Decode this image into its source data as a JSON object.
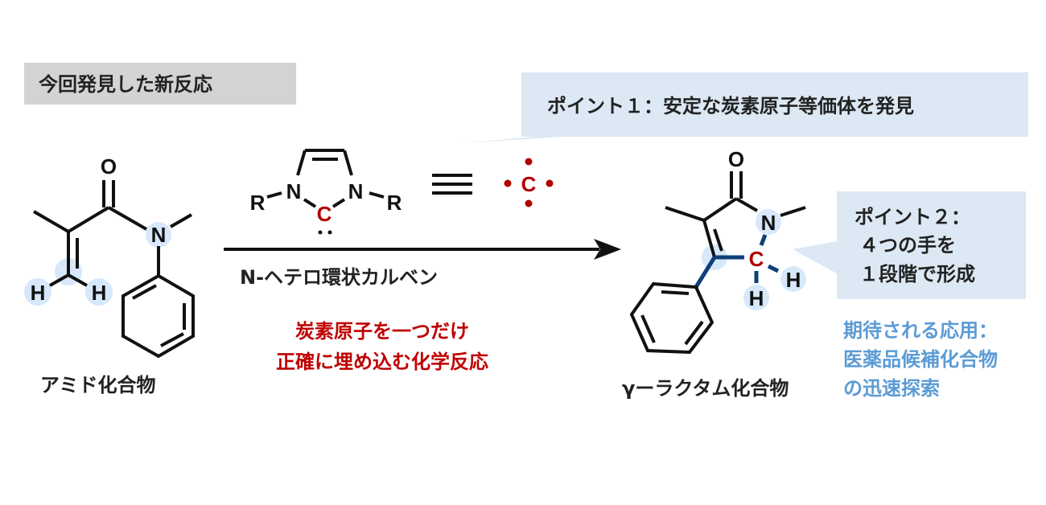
{
  "title_label": "今回発見した新反応",
  "callout_1": "ポイント１：安定な炭素原子等価体を発見",
  "callout_2": [
    "ポイント２：",
    "４つの手を",
    "１段階で形成"
  ],
  "reactant": {
    "name": "アミド化合物",
    "atoms": {
      "O": "O",
      "N": "N",
      "H": "H"
    }
  },
  "reagent": {
    "name": "N-ヘテロ環状カルベン",
    "atoms": {
      "R": "R",
      "N": "N",
      "C": "C"
    },
    "equivalent": "C"
  },
  "reaction_note": [
    "炭素原子を一つだけ",
    "正確に埋め込む化学反応"
  ],
  "product": {
    "name": "γーラクタム化合物",
    "atoms": {
      "O": "O",
      "N": "N",
      "C": "C",
      "H": "H"
    }
  },
  "application": [
    "期待される応用：",
    "医薬品候補化合物",
    "の迅速探索"
  ],
  "colors": {
    "red": "#b00000",
    "blue_text": "#5b9bd5",
    "bond_blue": "#0d3f7a",
    "callout_bg": "#dce8f3",
    "highlight": "#d6e8fa",
    "label_bg": "#d3d3d3"
  }
}
